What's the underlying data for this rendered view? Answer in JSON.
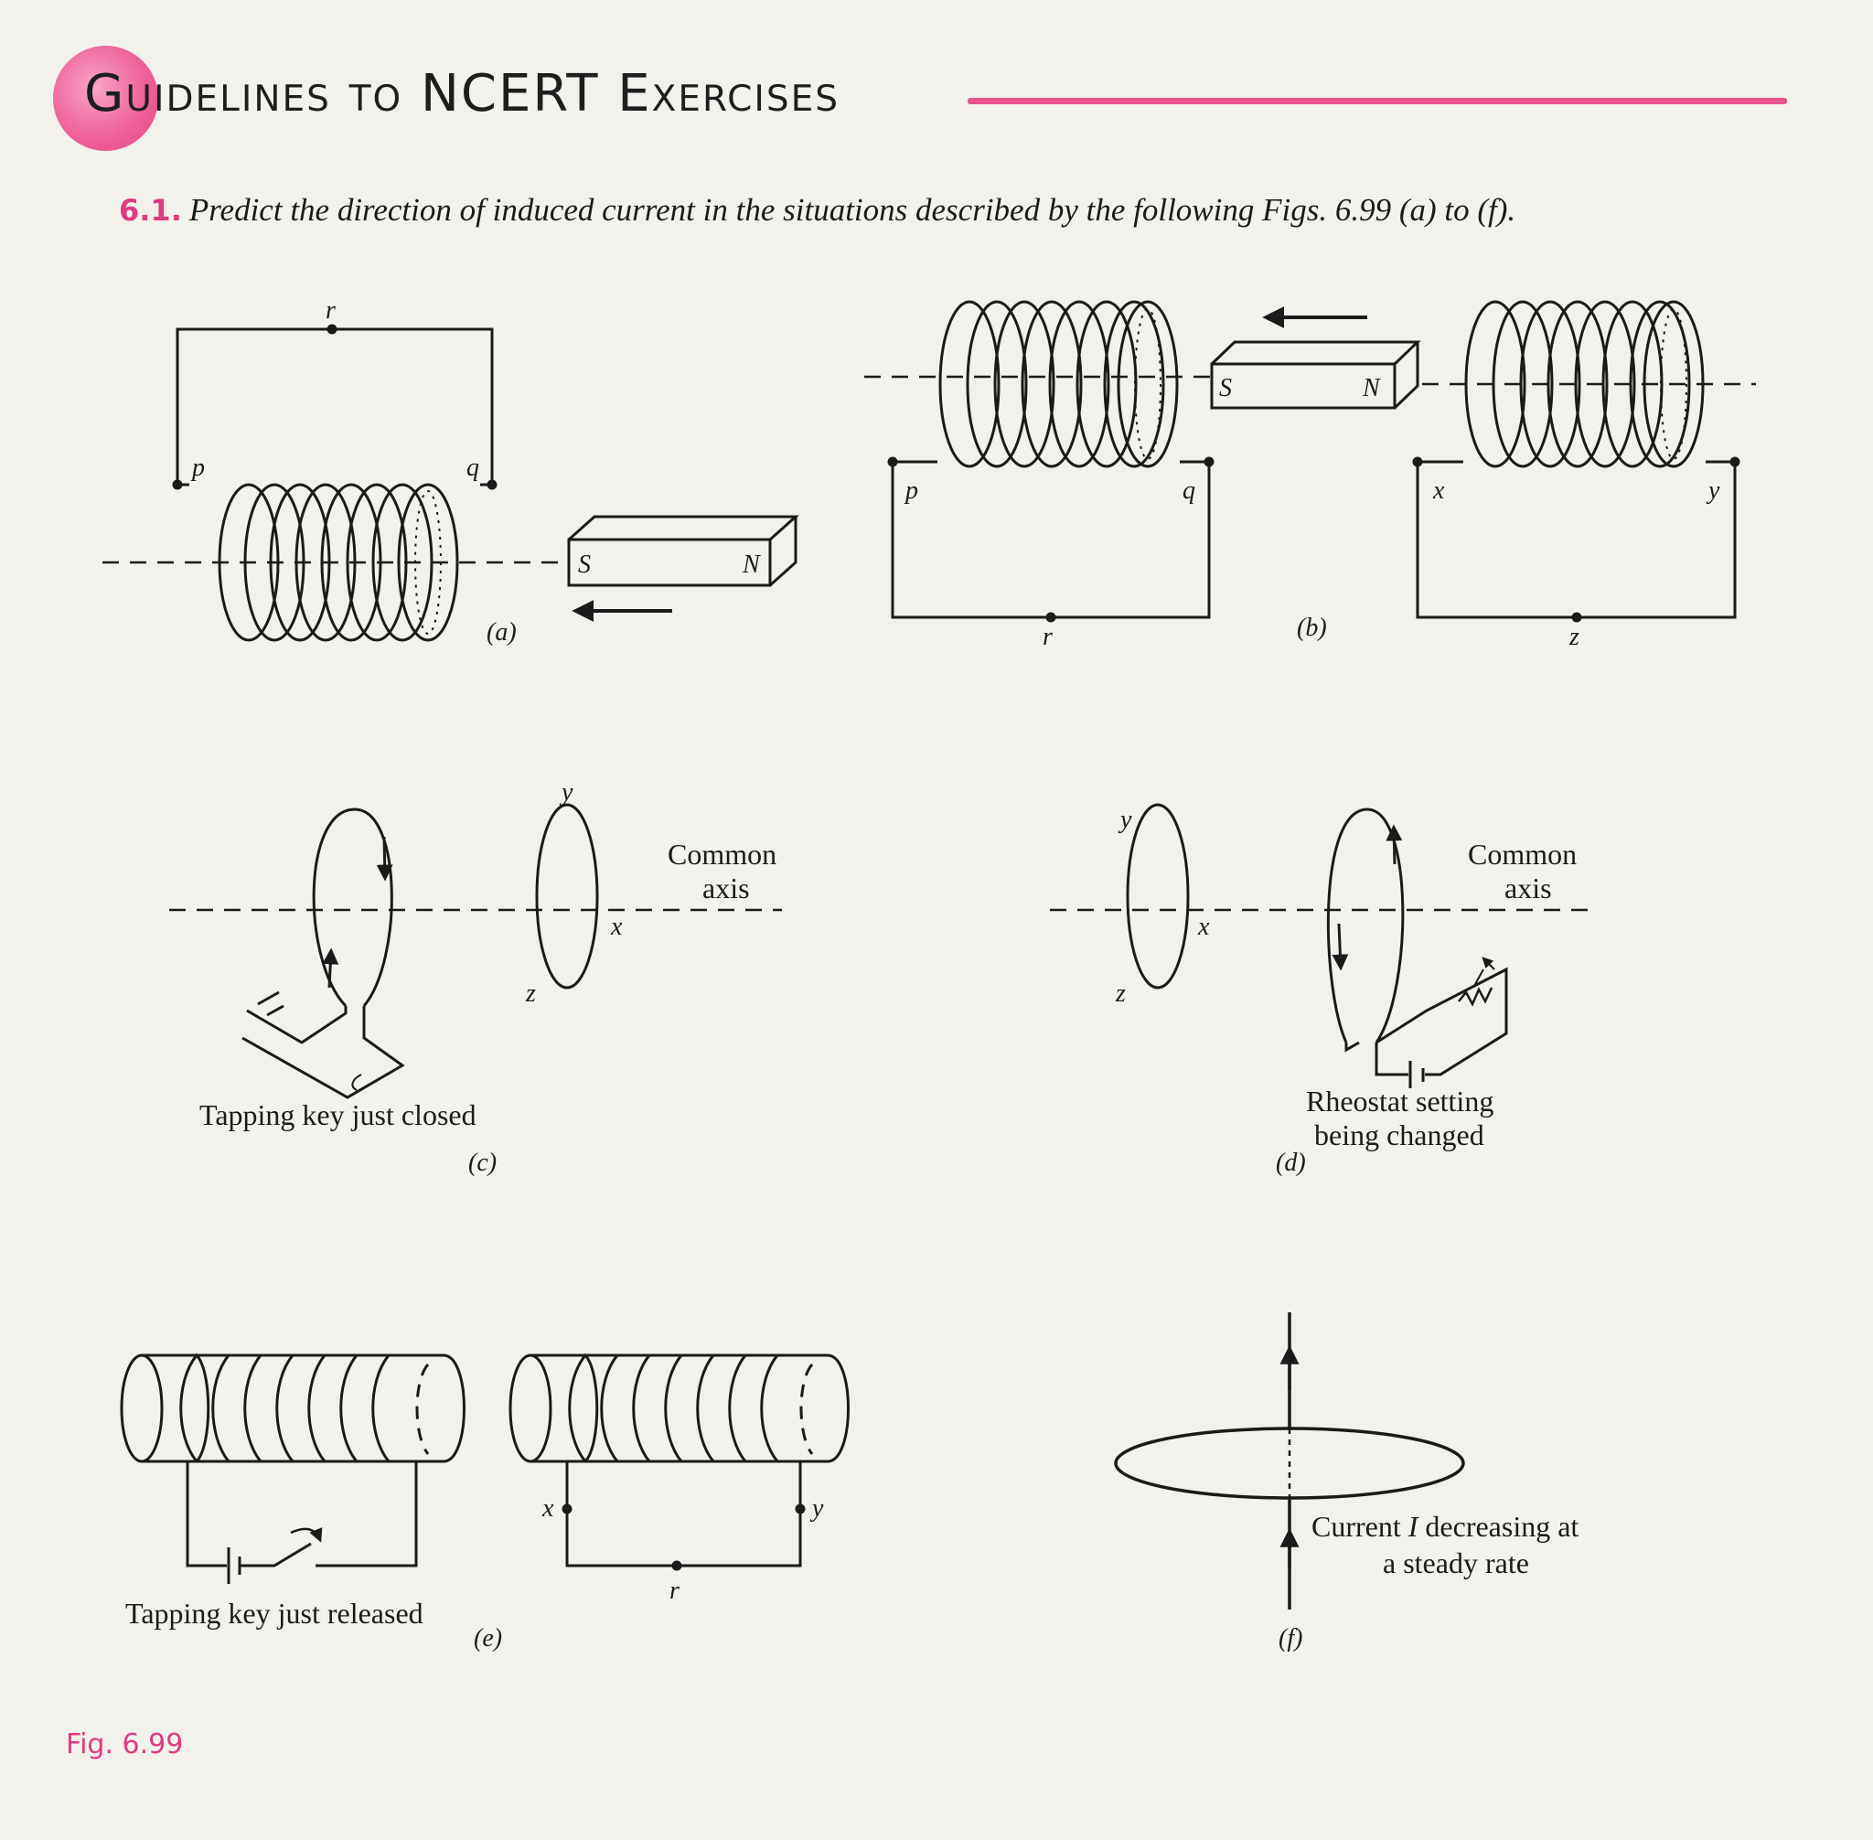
{
  "header": {
    "title": "Guidelines to NCERT Exercises"
  },
  "question": {
    "number": "6.1.",
    "text": "Predict the direction of induced current in the situations described by the following Figs. 6.99 (a) to (f)."
  },
  "figures": {
    "a": {
      "caption": "(a)",
      "points": {
        "p": "p",
        "q": "q",
        "r": "r"
      },
      "magnet": {
        "s": "S",
        "n": "N"
      }
    },
    "b": {
      "caption": "(b)",
      "points": {
        "p": "p",
        "q": "q",
        "r": "r",
        "x": "x",
        "y": "y",
        "z": "z"
      },
      "magnet": {
        "s": "S",
        "n": "N"
      }
    },
    "c": {
      "caption": "(c)",
      "note": "Tapping key just closed",
      "axis_label_1": "Common",
      "axis_label_2": "axis",
      "points": {
        "x": "x",
        "y": "y",
        "z": "z"
      }
    },
    "d": {
      "caption": "(d)",
      "note_line1": "Rheostat setting",
      "note_line2": "being changed",
      "axis_label_1": "Common",
      "axis_label_2": "axis",
      "points": {
        "x": "x",
        "y": "y",
        "z": "z"
      }
    },
    "e": {
      "caption": "(e)",
      "note": "Tapping key just released",
      "points": {
        "x": "x",
        "y": "y",
        "r": "r"
      }
    },
    "f": {
      "caption": "(f)",
      "note_line1_pre": "Current ",
      "note_line1_var": "I",
      "note_line1_post": " decreasing at",
      "note_line2": "a steady rate"
    }
  },
  "figure_label": "Fig. 6.99",
  "colors": {
    "accent": "#e8528d",
    "accent_text": "#e03a83",
    "line": "#1b1b1b"
  }
}
